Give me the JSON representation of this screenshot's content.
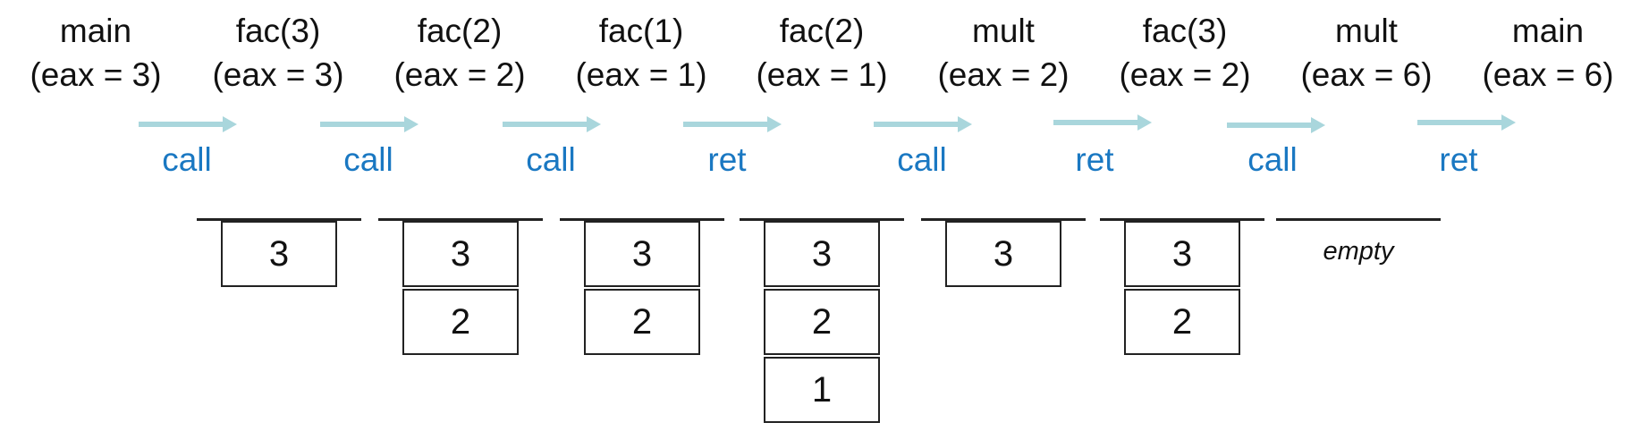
{
  "frames": [
    {
      "name": "main",
      "reg": "(eax = 3)"
    },
    {
      "name": "fac(3)",
      "reg": "(eax = 3)"
    },
    {
      "name": "fac(2)",
      "reg": "(eax = 2)"
    },
    {
      "name": "fac(1)",
      "reg": "(eax = 1)"
    },
    {
      "name": "fac(2)",
      "reg": "(eax = 1)"
    },
    {
      "name": "mult",
      "reg": "(eax = 2)"
    },
    {
      "name": "fac(3)",
      "reg": "(eax = 2)"
    },
    {
      "name": "mult",
      "reg": "(eax = 6)"
    },
    {
      "name": "main",
      "reg": "(eax = 6)"
    }
  ],
  "transitions": [
    "call",
    "call",
    "call",
    "ret",
    "call",
    "ret",
    "call",
    "ret"
  ],
  "stacks": [
    {
      "items": [
        "3"
      ]
    },
    {
      "items": [
        "3",
        "2"
      ]
    },
    {
      "items": [
        "3",
        "2"
      ]
    },
    {
      "items": [
        "3",
        "2",
        "1"
      ]
    },
    {
      "items": [
        "3"
      ]
    },
    {
      "items": [
        "3",
        "2"
      ]
    },
    {
      "items": [],
      "empty_label": "empty"
    }
  ],
  "colors": {
    "transition_text": "#1a78c2",
    "arrow": "#a9d6dc",
    "stroke": "#222222"
  }
}
